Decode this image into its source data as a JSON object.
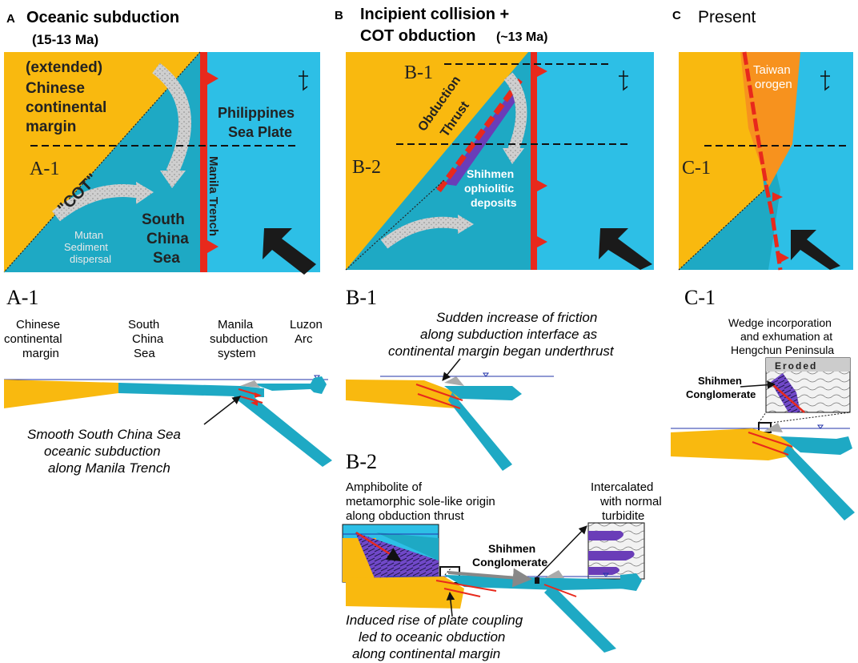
{
  "colors": {
    "continent": "#f9b90f",
    "ocean": "#1ea9c4",
    "sea": "#2dbfe6",
    "trench": "#e8291c",
    "orogen": "#f7921e",
    "ophiolite": "#6a3db8",
    "arrow": "#1a1a1a",
    "dispersal": "#c8c8c8"
  },
  "panelA": {
    "letter": "A",
    "title": "Oceanic subduction",
    "age": "(15-13 Ma)",
    "extended": "(extended)",
    "margin": [
      "Chinese",
      "continental",
      "margin"
    ],
    "philippine": [
      "Philippines",
      "Sea Plate"
    ],
    "cot": "\"COT\"",
    "trench": "Manila Trench",
    "scs": [
      "South",
      "China",
      "Sea"
    ],
    "mutan": [
      "Mutan",
      "Sediment",
      "dispersal"
    ],
    "line": "A-1"
  },
  "panelB": {
    "letter": "B",
    "title": "Incipient collision +",
    "title2": "COT obduction",
    "age": "(~13 Ma)",
    "b1": "B-1",
    "b2": "B-2",
    "obduction": [
      "Obduction",
      "Thrust"
    ],
    "shihmen": [
      "Shihmen",
      "ophiolitic",
      "deposits"
    ]
  },
  "panelC": {
    "letter": "C",
    "title": "Present",
    "taiwan": [
      "Taiwan",
      "orogen"
    ],
    "line": "C-1"
  },
  "sectionA1": {
    "label": "A-1",
    "chinese": [
      "Chinese",
      "continental",
      "margin"
    ],
    "scs": [
      "South",
      "China",
      "Sea"
    ],
    "manila": [
      "Manila",
      "subduction",
      "system"
    ],
    "luzon": [
      "Luzon",
      "Arc"
    ],
    "caption": [
      "Smooth South China Sea",
      "oceanic subduction",
      "along Manila Trench"
    ]
  },
  "sectionB1": {
    "label": "B-1",
    "caption": [
      "Sudden increase of friction",
      "along subduction interface as",
      "continental margin began underthrust"
    ]
  },
  "sectionB2": {
    "label": "B-2",
    "amphibolite": [
      "Amphibolite of",
      "metamorphic sole-like origin",
      "along obduction thrust"
    ],
    "intercalated": [
      "Intercalated",
      "with normal",
      "turbidite"
    ],
    "shihmen": [
      "Shihmen",
      "Conglomerate"
    ],
    "caption": [
      "Induced rise of plate coupling",
      "led to oceanic obduction",
      "along continental margin"
    ]
  },
  "sectionC1": {
    "label": "C-1",
    "wedge": [
      "Wedge incorporation",
      "and exhumation at",
      "Hengchun Peninsula"
    ],
    "eroded": "Eroded",
    "shihmen": [
      "Shihmen",
      "Conglomerate"
    ]
  }
}
